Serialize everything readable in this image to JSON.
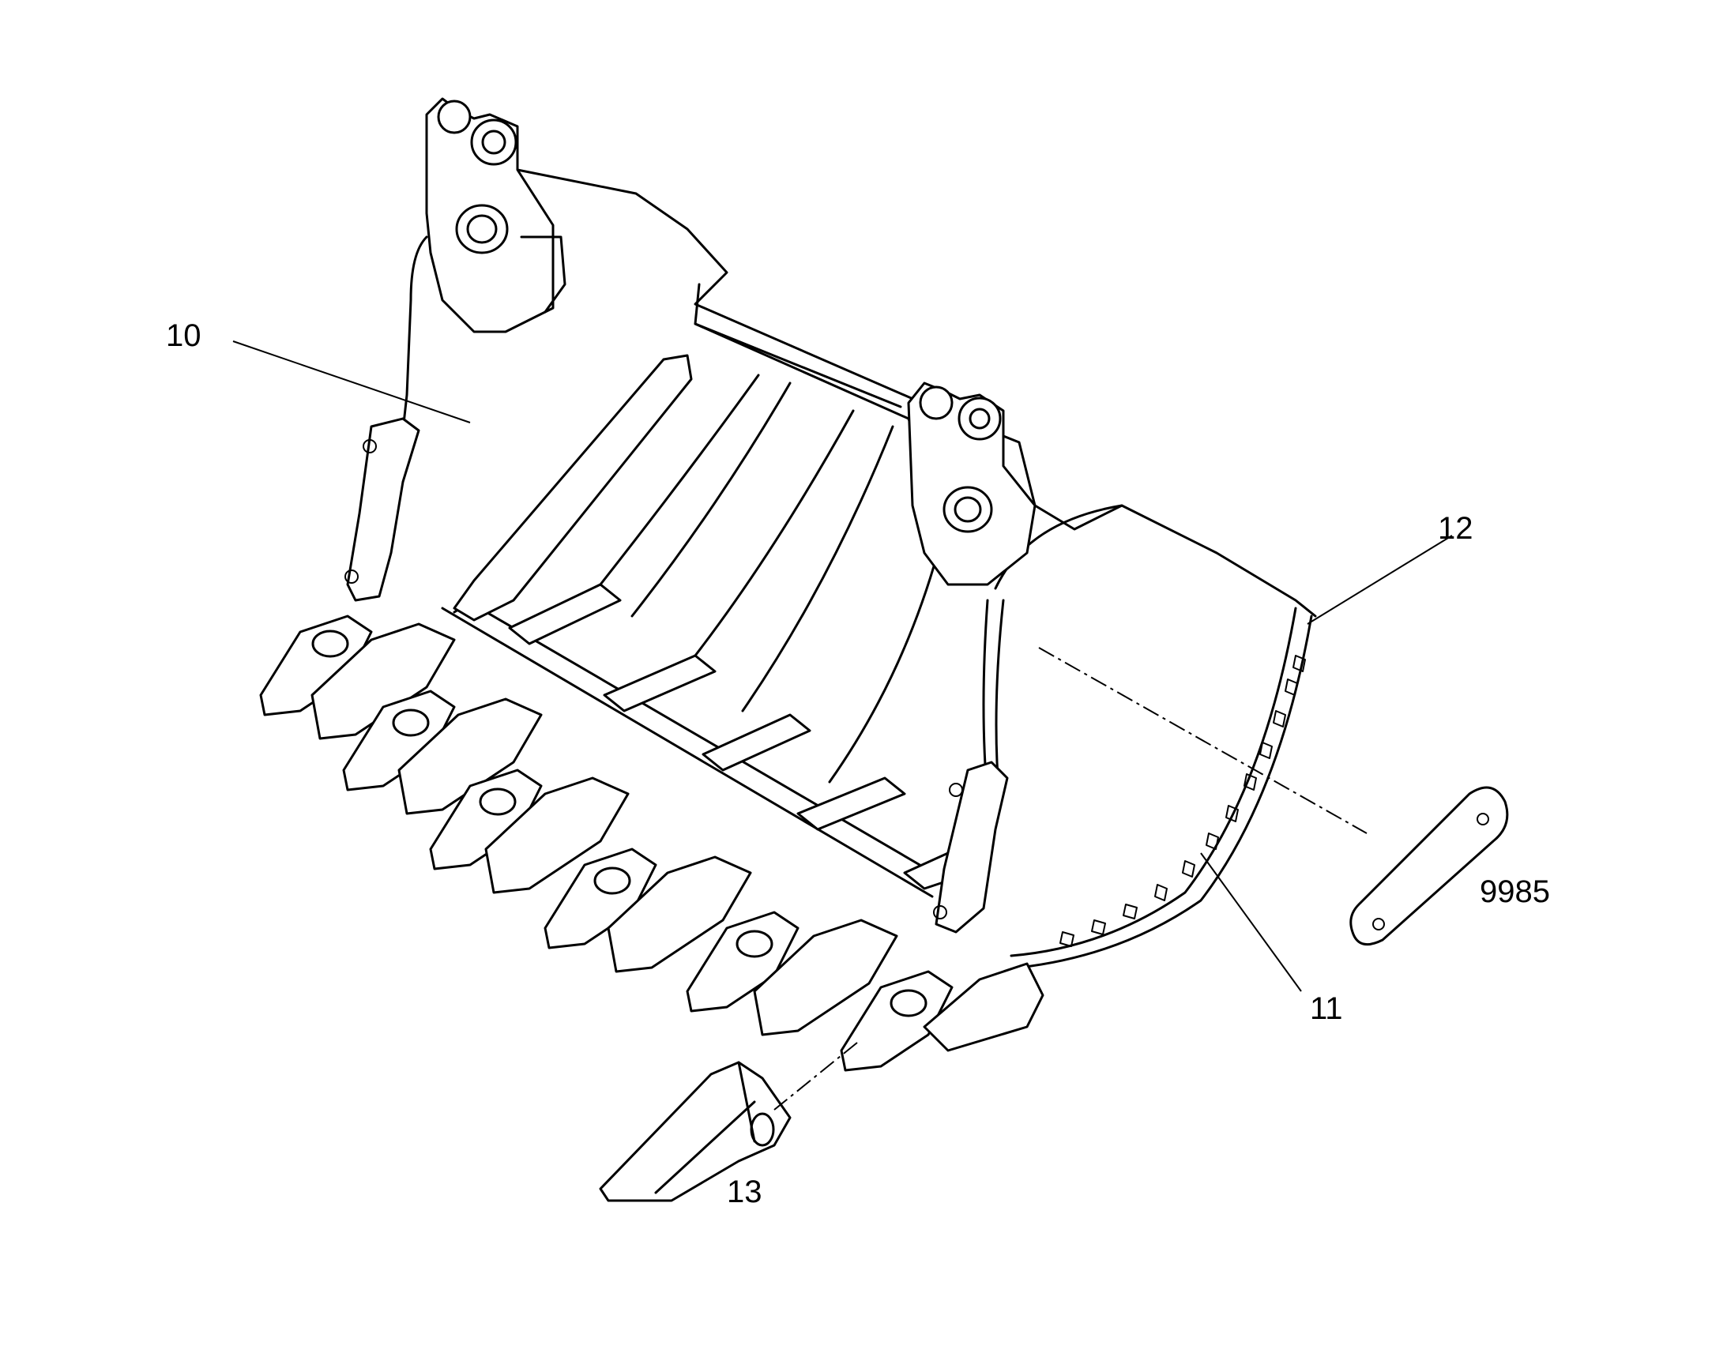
{
  "callouts": {
    "bucket": "10",
    "wear_strip": "11",
    "side_cutter": "12",
    "tooth": "13",
    "plate_ref": "9985"
  }
}
